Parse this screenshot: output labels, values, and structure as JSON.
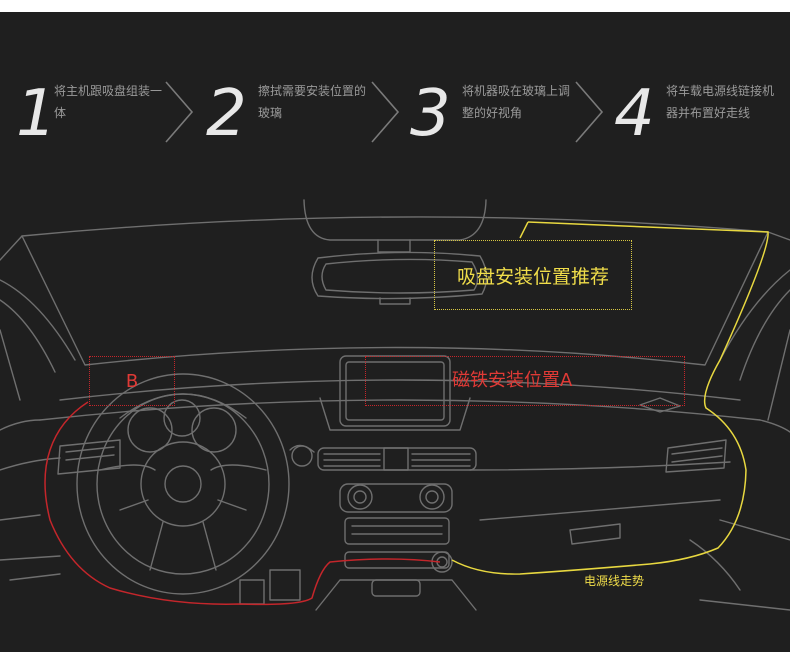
{
  "steps": [
    {
      "num": "1",
      "text": "将主机跟吸盘组装一体"
    },
    {
      "num": "2",
      "text": "擦拭需要安装位置的玻璃"
    },
    {
      "num": "3",
      "text": "将机器吸在玻璃上调整的好视角"
    },
    {
      "num": "4",
      "text": "将车载电源线链接机器并布置好走线"
    }
  ],
  "labels": {
    "suction": "吸盘安装位置推荐",
    "magnet": "磁铁安装位置A",
    "b": "B",
    "cable": "电源线走势"
  },
  "colors": {
    "background": "#1f1f1f",
    "yellow": "#f0dd4a",
    "red": "#e03a36",
    "line": "#7a7a7a"
  }
}
